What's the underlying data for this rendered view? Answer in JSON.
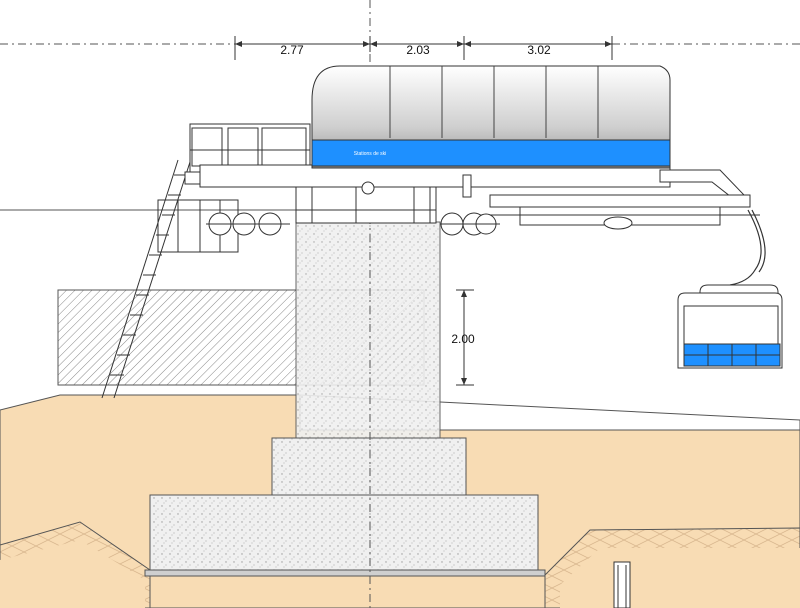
{
  "dimensions": {
    "top_left": "2.77",
    "top_middle": "2.03",
    "top_right": "3.02",
    "vertical": "2.00"
  },
  "station": {
    "canopy_label": "Stations de ski"
  },
  "colors": {
    "accent_band": "#1e90ff",
    "ground_fill": "#f8dcb4",
    "concrete_hatch": "#9a9a9a",
    "line": "#222222"
  },
  "icons": {
    "drive_wheel": "bullwheel-icon",
    "chair": "gondola-cabin-icon"
  }
}
